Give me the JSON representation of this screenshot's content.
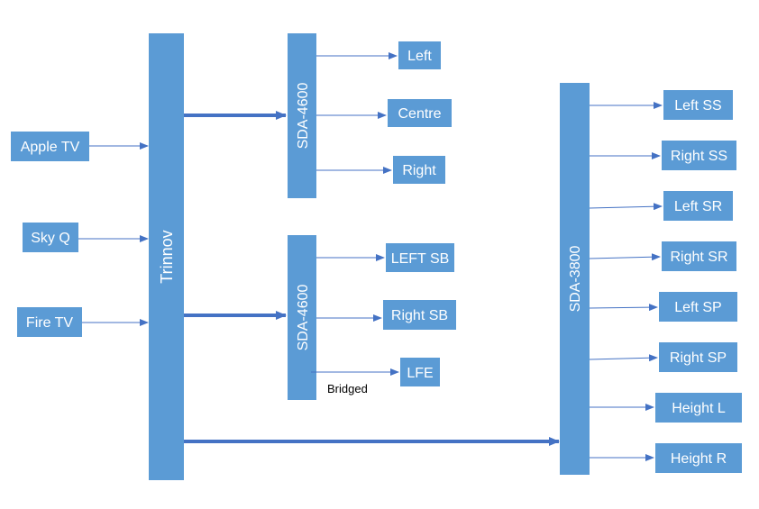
{
  "colors": {
    "box_fill": "#5b9bd5",
    "arrow": "#4472c4",
    "text": "#ffffff",
    "note_text": "#000000"
  },
  "sources": {
    "apple_tv": "Apple TV",
    "sky_q": "Sky Q",
    "fire_tv": "Fire TV"
  },
  "processor": {
    "label": "Trinnov"
  },
  "amps": {
    "amp1": "SDA-4600",
    "amp2": "SDA-4600",
    "amp3": "SDA-3800"
  },
  "outputs": {
    "left": "Left",
    "centre": "Centre",
    "right": "Right",
    "left_sb": "LEFT SB",
    "right_sb": "Right SB",
    "lfe": "LFE",
    "left_ss": "Left SS",
    "right_ss": "Right SS",
    "left_sr": "Left SR",
    "right_sr": "Right SR",
    "left_sp": "Left SP",
    "right_sp": "Right SP",
    "height_l": "Height L",
    "height_r": "Height R"
  },
  "notes": {
    "bridged": "Bridged"
  }
}
